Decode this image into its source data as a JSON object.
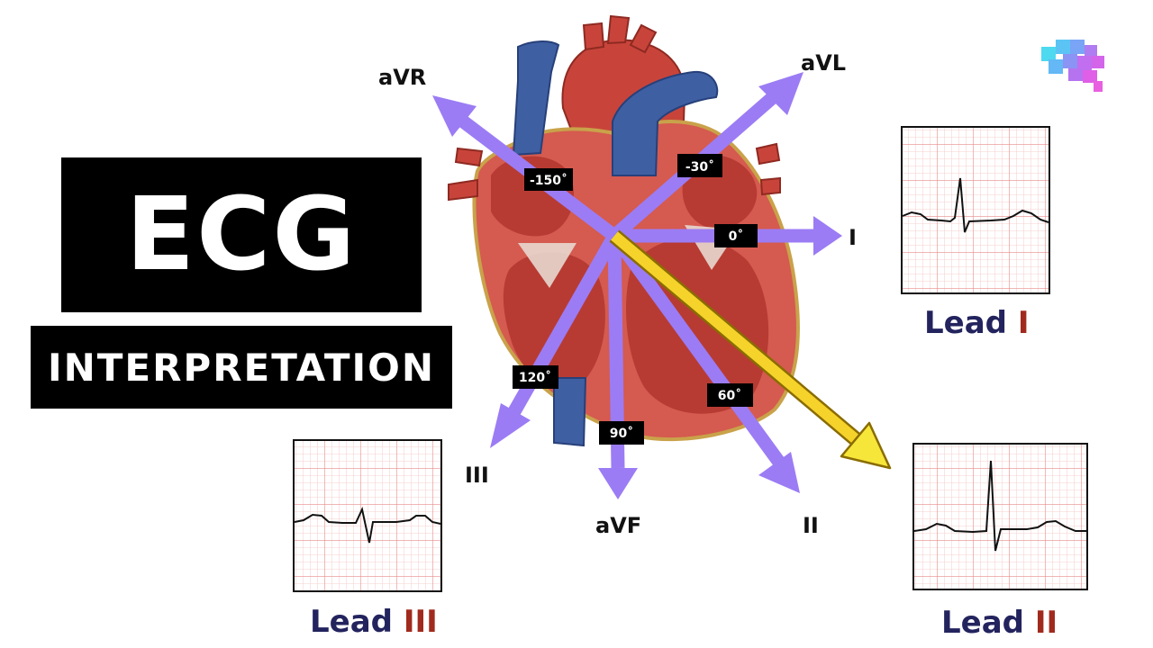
{
  "title": {
    "main": "ECG",
    "sub": "INTERPRETATION"
  },
  "leads": {
    "aVR": "aVR",
    "aVL": "aVL",
    "I": "I",
    "III": "III",
    "aVF": "aVF",
    "II": "II"
  },
  "angles": {
    "m150": "-150˚",
    "m30": "-30˚",
    "zero": "0˚",
    "a120": "120˚",
    "a90": "90˚",
    "a60": "60˚"
  },
  "strips": {
    "lead1": {
      "word": "Lead",
      "num": "I"
    },
    "lead3": {
      "word": "Lead",
      "num": "III"
    },
    "lead2": {
      "word": "Lead",
      "num": "II"
    }
  },
  "colors": {
    "axis_arrow": "#9b7cf4",
    "mean_axis_arrow": "#f6d32a",
    "heart_muscle": "#c94a40",
    "vessels": "#3f5fa3",
    "grid": "#ee9a9a",
    "lead_word": "#23235e",
    "lead_number": "#a12a1e"
  },
  "icons": {
    "brand": "brain-icon"
  }
}
